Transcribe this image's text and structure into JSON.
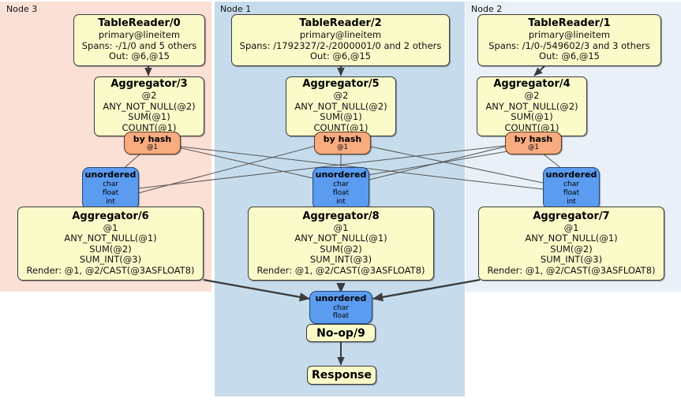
{
  "diagram": {
    "type": "distributed-query-plan",
    "panels": [
      {
        "label": "Node 3",
        "color": "#fbe0d6"
      },
      {
        "label": "Node 1",
        "color": "#c6dcec"
      },
      {
        "label": "Node 2",
        "color": "#e9f0f8"
      }
    ],
    "colors": {
      "processor": "#fbfbc9",
      "router_by_hash": "#f9ab80",
      "stream_unordered": "#5b9bf0",
      "edge": "#3c3c3c"
    }
  },
  "nodes": {
    "table_readers": [
      {
        "title": "TableReader/0",
        "lines": [
          "primary@lineitem",
          "Spans: -/1/0 and 5 others",
          "Out: @6,@15"
        ]
      },
      {
        "title": "TableReader/2",
        "lines": [
          "primary@lineitem",
          "Spans: /1792327/2-/2000001/0 and 2 others",
          "Out: @6,@15"
        ]
      },
      {
        "title": "TableReader/1",
        "lines": [
          "primary@lineitem",
          "Spans: /1/0-/549602/3 and 3 others",
          "Out: @6,@15"
        ]
      }
    ],
    "aggregators_top": [
      {
        "title": "Aggregator/3",
        "lines": [
          "@2",
          "ANY_NOT_NULL(@2)",
          "SUM(@1)",
          "COUNT(@1)"
        ]
      },
      {
        "title": "Aggregator/5",
        "lines": [
          "@2",
          "ANY_NOT_NULL(@2)",
          "SUM(@1)",
          "COUNT(@1)"
        ]
      },
      {
        "title": "Aggregator/4",
        "lines": [
          "@2",
          "ANY_NOT_NULL(@2)",
          "SUM(@1)",
          "COUNT(@1)"
        ]
      }
    ],
    "routers": [
      {
        "title": "by hash",
        "sub": "@1"
      },
      {
        "title": "by hash",
        "sub": "@1"
      },
      {
        "title": "by hash",
        "sub": "@1"
      }
    ],
    "streams_mid": [
      {
        "title": "unordered",
        "lines": [
          "char",
          "float",
          "int"
        ]
      },
      {
        "title": "unordered",
        "lines": [
          "char",
          "float",
          "int"
        ]
      },
      {
        "title": "unordered",
        "lines": [
          "char",
          "float",
          "int"
        ]
      }
    ],
    "aggregators_bottom": [
      {
        "title": "Aggregator/6",
        "lines": [
          "@1",
          "ANY_NOT_NULL(@1)",
          "SUM(@2)",
          "SUM_INT(@3)",
          "Render: @1, @2/CAST(@3ASFLOAT8)"
        ]
      },
      {
        "title": "Aggregator/8",
        "lines": [
          "@1",
          "ANY_NOT_NULL(@1)",
          "SUM(@2)",
          "SUM_INT(@3)",
          "Render: @1, @2/CAST(@3ASFLOAT8)"
        ]
      },
      {
        "title": "Aggregator/7",
        "lines": [
          "@1",
          "ANY_NOT_NULL(@1)",
          "SUM(@2)",
          "SUM_INT(@3)",
          "Render: @1, @2/CAST(@3ASFLOAT8)"
        ]
      }
    ],
    "final_stream": {
      "title": "unordered",
      "lines": [
        "char",
        "float"
      ]
    },
    "noop": {
      "title": "No-op/9"
    },
    "response": {
      "title": "Response"
    }
  }
}
